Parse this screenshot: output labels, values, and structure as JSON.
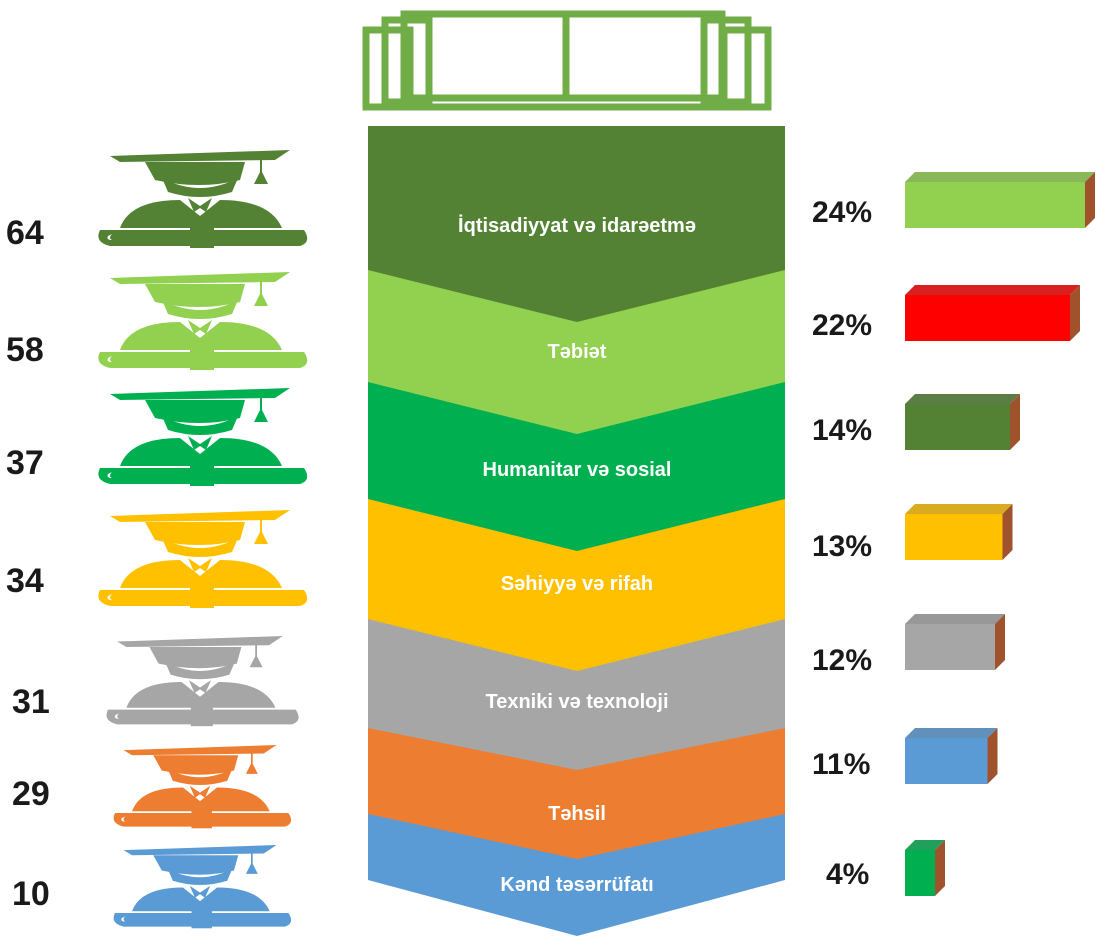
{
  "chart_data": {
    "type": "bar",
    "categories": [
      "İqtisadiyyat və idarəetmə",
      "Təbiət",
      "Humanitar və sosial",
      "Səhiyyə və rifah",
      "Texniki və texnoloji",
      "Təhsil",
      "Kənd təsərrüfatı"
    ],
    "counts": [
      64,
      58,
      37,
      34,
      31,
      29,
      10
    ],
    "count_labels": [
      "64",
      "58",
      "37",
      "34",
      "31",
      "29",
      "10"
    ],
    "percent_values": [
      24,
      22,
      14,
      13,
      12,
      11,
      4
    ],
    "percent_labels": [
      "24%",
      "22%",
      "14%",
      "13%",
      "12%",
      "11%",
      "4%"
    ],
    "band_colors": [
      "#548235",
      "#92d050",
      "#00b050",
      "#ffc000",
      "#a6a6a6",
      "#ed7d31",
      "#5b9bd5"
    ],
    "bar_colors": [
      "#92d050",
      "#ff0000",
      "#548235",
      "#ffc000",
      "#a6a6a6",
      "#5b9bd5",
      "#00b050"
    ],
    "bar_side_color": "#a0522d",
    "book_icon_color": "#70ad47",
    "icons": {
      "top": "open-book-icon",
      "rows": "graduation-cap-diploma-icon"
    }
  }
}
